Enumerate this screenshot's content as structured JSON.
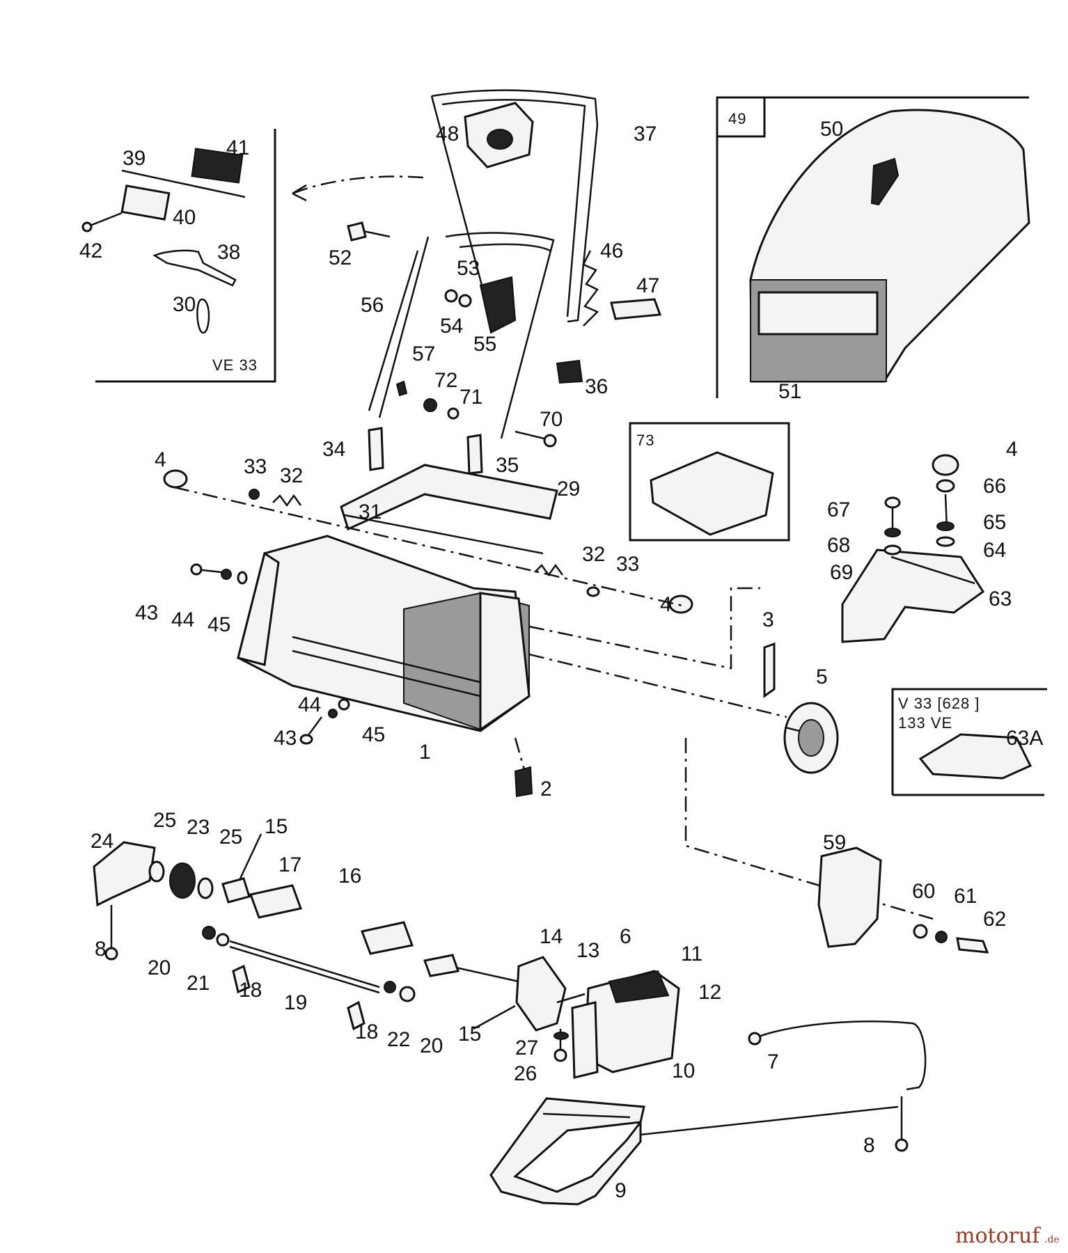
{
  "diagram": {
    "box_labels": {
      "ve33": "VE 33",
      "grass_bag": "49",
      "inset_73": "73",
      "variant_line1": "V 33 [628 ]",
      "variant_line2": "133 VE",
      "variant_part": "63A"
    },
    "part_labels": [
      "1",
      "2",
      "3",
      "4",
      "5",
      "6",
      "7",
      "8",
      "9",
      "10",
      "11",
      "12",
      "13",
      "14",
      "15",
      "16",
      "17",
      "18",
      "19",
      "20",
      "21",
      "22",
      "23",
      "24",
      "25",
      "26",
      "27",
      "29",
      "30",
      "31",
      "32",
      "33",
      "34",
      "35",
      "36",
      "37",
      "38",
      "39",
      "40",
      "41",
      "42",
      "43",
      "44",
      "45",
      "46",
      "47",
      "48",
      "50",
      "51",
      "52",
      "53",
      "54",
      "55",
      "56",
      "57",
      "59",
      "60",
      "61",
      "62",
      "63",
      "64",
      "65",
      "66",
      "67",
      "68",
      "69",
      "70",
      "71",
      "72"
    ],
    "watermark": {
      "brand": "motoruf",
      "suffix": ".de",
      "color": "#9b3a1e"
    }
  }
}
